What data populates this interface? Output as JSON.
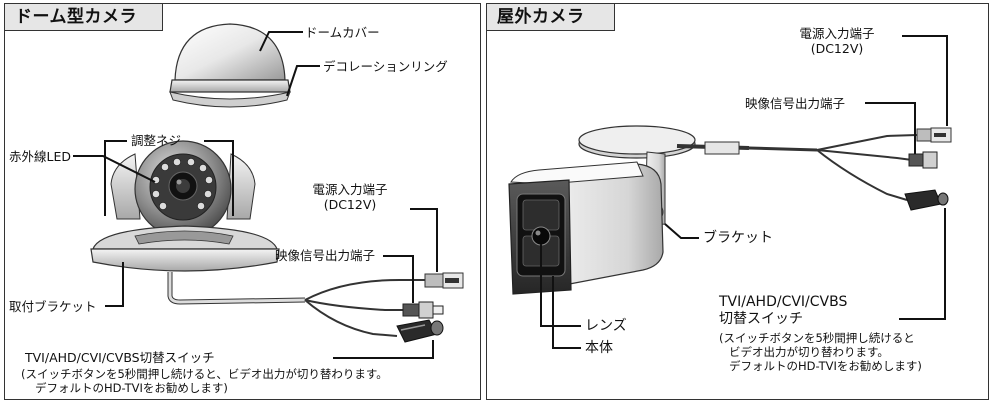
{
  "left": {
    "title": "ドーム型カメラ",
    "labels": {
      "dome_cover": "ドームカバー",
      "decoration_ring": "デコレーションリング",
      "adjust_screw": "調整ネジ",
      "ir_led": "赤外線LED",
      "power": "電源入力端子",
      "power_spec": "(DC12V)",
      "video_out": "映像信号出力端子",
      "bracket": "取付ブラケット",
      "switch": "TVI/AHD/CVI/CVBS切替スイッチ"
    },
    "note_lines": [
      "(スイッチボタンを5秒間押し続けると、ビデオ出力が切り替わります。",
      "デフォルトのHD-TVIをお勧めします)"
    ]
  },
  "right": {
    "title": "屋外カメラ",
    "labels": {
      "power": "電源入力端子",
      "power_spec": "(DC12V)",
      "video_out": "映像信号出力端子",
      "bracket": "ブラケット",
      "switch_line1": "TVI/AHD/CVI/CVBS",
      "switch_line2": "切替スイッチ",
      "lens": "レンズ",
      "body": "本体"
    },
    "note_lines": [
      "(スイッチボタンを5秒間押し続けると",
      "ビデオ出力が切り替わります。",
      "デフォルトのHD-TVIをお勧めします)"
    ]
  }
}
